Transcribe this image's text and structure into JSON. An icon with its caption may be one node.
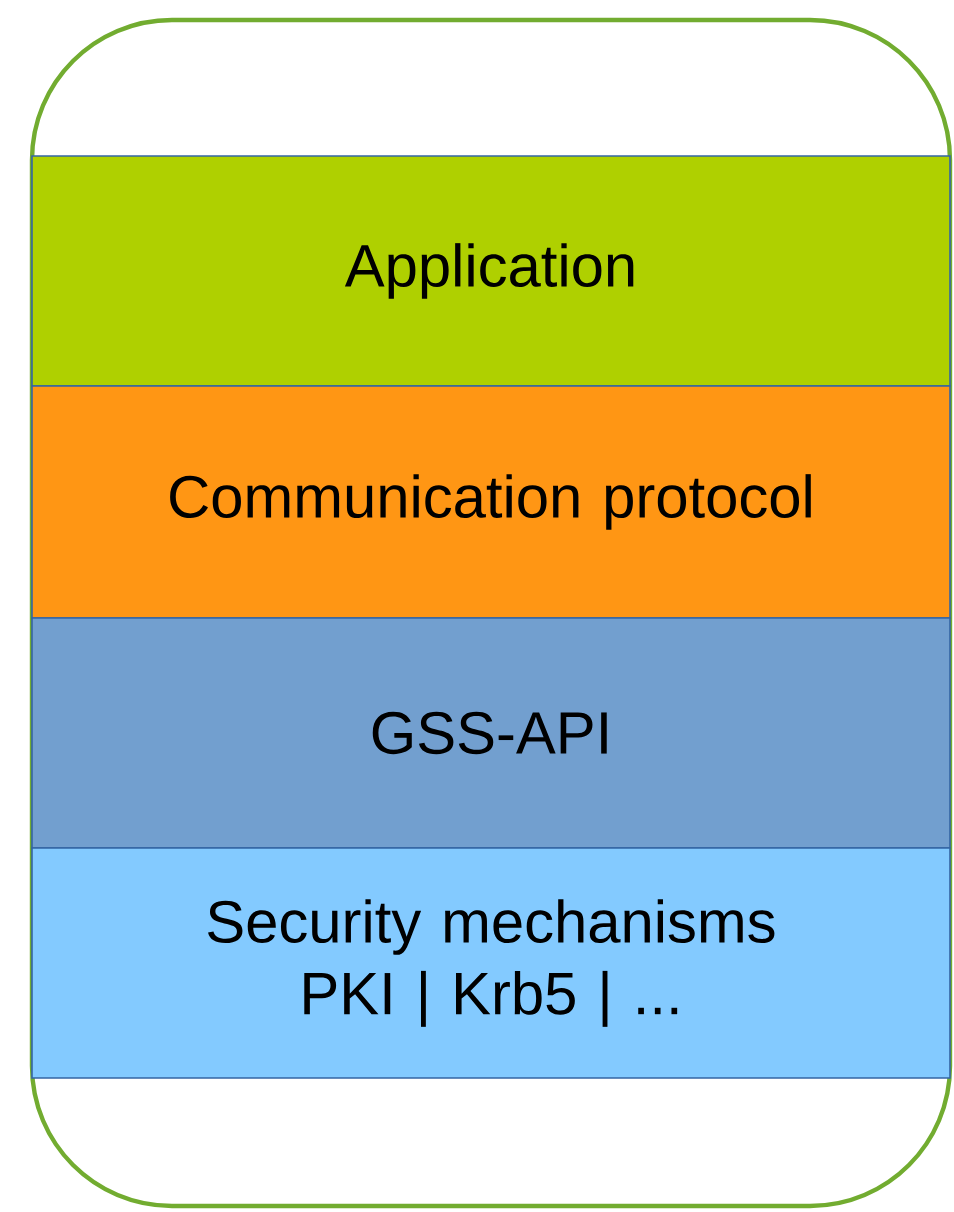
{
  "diagram": {
    "nodes": [
      {
        "text": [],
        "shape": "box"
      },
      {
        "text": [
          "Application"
        ],
        "in": 0
      },
      {
        "text": [
          "Communication protocol"
        ],
        "in": 0
      },
      {
        "text": [
          "GSS-API"
        ],
        "in": 0
      },
      {
        "text": [
          "Security mechanisms",
          "PKI | Krb5 | ..."
        ],
        "in": 0
      }
    ]
  }
}
